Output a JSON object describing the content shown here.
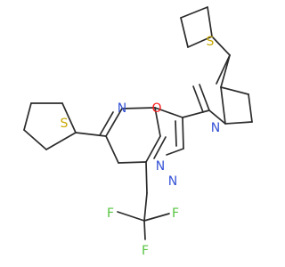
{
  "molecule": {
    "atoms": {
      "n_pyrimidine": "N",
      "n_bridge": "N",
      "n_pyrazole": "N",
      "n_pyrrolidine": "N",
      "o_carbonyl": "O",
      "s_thiophene_left": "S",
      "s_thiophene_top": "S",
      "f_1": "F",
      "f_2": "F",
      "f_3": "F"
    },
    "colors": {
      "bond": "#2b2b2b",
      "nitrogen": "#3553d6",
      "oxygen": "#ff1a1a",
      "sulfur": "#c8a800",
      "fluorine": "#56c43f"
    }
  }
}
